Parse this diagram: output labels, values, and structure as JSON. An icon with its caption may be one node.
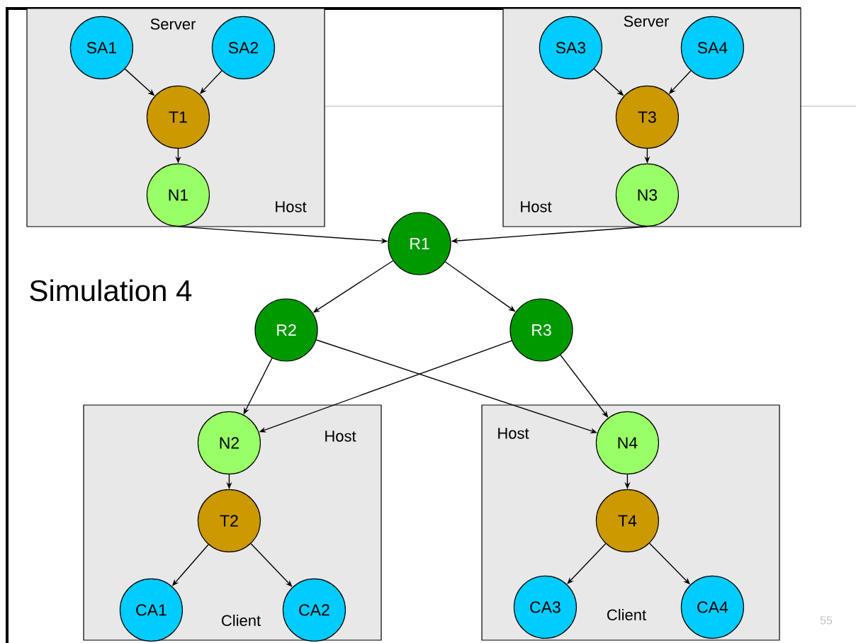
{
  "diagram": {
    "nodes": [
      {
        "text": [
          "Server",
          "Host"
        ]
      },
      {
        "text": [
          "SA1"
        ],
        "in": 0
      },
      {
        "text": [
          "SA2"
        ],
        "in": 0
      },
      {
        "text": [
          "T1"
        ],
        "in": 0
      },
      {
        "text": [
          "N1"
        ],
        "in": 0
      },
      {
        "text": [
          "Server",
          "Host"
        ]
      },
      {
        "text": [
          "SA3"
        ],
        "in": 5
      },
      {
        "text": [
          "SA4"
        ],
        "in": 5
      },
      {
        "text": [
          "T3"
        ],
        "in": 5
      },
      {
        "text": [
          "N3"
        ],
        "in": 5
      },
      {
        "text": [
          "R1"
        ]
      },
      {
        "text": [
          "R2"
        ]
      },
      {
        "text": [
          "R3"
        ]
      },
      {
        "text": [
          "Host",
          "Client"
        ]
      },
      {
        "text": [
          "N2"
        ],
        "in": 13
      },
      {
        "text": [
          "T2"
        ],
        "in": 13
      },
      {
        "text": [
          "CA1"
        ],
        "in": 13
      },
      {
        "text": [
          "CA2"
        ],
        "in": 13
      },
      {
        "text": [
          "Host",
          "Client"
        ]
      },
      {
        "text": [
          "N4"
        ],
        "in": 18
      },
      {
        "text": [
          "T4"
        ],
        "in": 18
      },
      {
        "text": [
          "CA3"
        ],
        "in": 18
      },
      {
        "text": [
          "CA4"
        ],
        "in": 18
      }
    ],
    "edges": [
      {
        "from": 1,
        "to": 3,
        "arrow": "to"
      },
      {
        "from": 2,
        "to": 3,
        "arrow": "to"
      },
      {
        "from": 3,
        "to": 4,
        "arrow": "to"
      },
      {
        "from": 6,
        "to": 8,
        "arrow": "to"
      },
      {
        "from": 7,
        "to": 8,
        "arrow": "to"
      },
      {
        "from": 8,
        "to": 9,
        "arrow": "to"
      },
      {
        "from": 4,
        "to": 10,
        "arrow": "to"
      },
      {
        "from": 9,
        "to": 10,
        "arrow": "to"
      },
      {
        "from": 10,
        "to": 11,
        "arrow": "to"
      },
      {
        "from": 10,
        "to": 12,
        "arrow": "to"
      },
      {
        "from": 11,
        "to": 14,
        "arrow": "to"
      },
      {
        "from": 11,
        "to": 19,
        "arrow": "to"
      },
      {
        "from": 12,
        "to": 14,
        "arrow": "to"
      },
      {
        "from": 12,
        "to": 19,
        "arrow": "to"
      },
      {
        "from": 14,
        "to": 15,
        "arrow": "to"
      },
      {
        "from": 15,
        "to": 16,
        "arrow": "to"
      },
      {
        "from": 15,
        "to": 17,
        "arrow": "to"
      },
      {
        "from": 19,
        "to": 20,
        "arrow": "to"
      },
      {
        "from": 20,
        "to": 21,
        "arrow": "to"
      },
      {
        "from": 20,
        "to": 22,
        "arrow": "to"
      }
    ],
    "labels": [
      "Simulation 4",
      "55"
    ]
  }
}
